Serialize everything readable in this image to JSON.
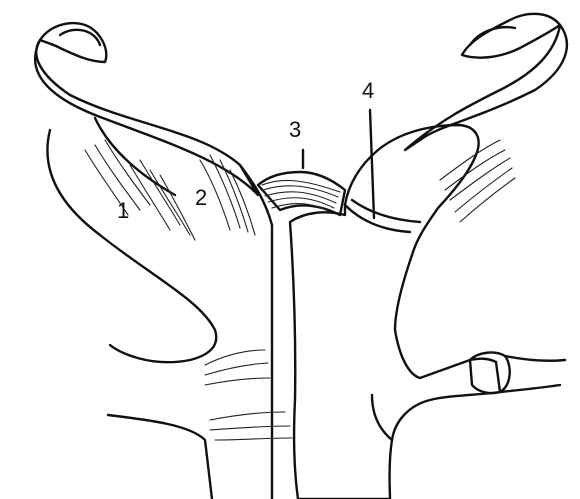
{
  "labels": {
    "l1": "1",
    "l2": "2",
    "l3": "3",
    "l4": "4"
  },
  "colors": {
    "ink": "#111111",
    "background": "#ffffff"
  }
}
